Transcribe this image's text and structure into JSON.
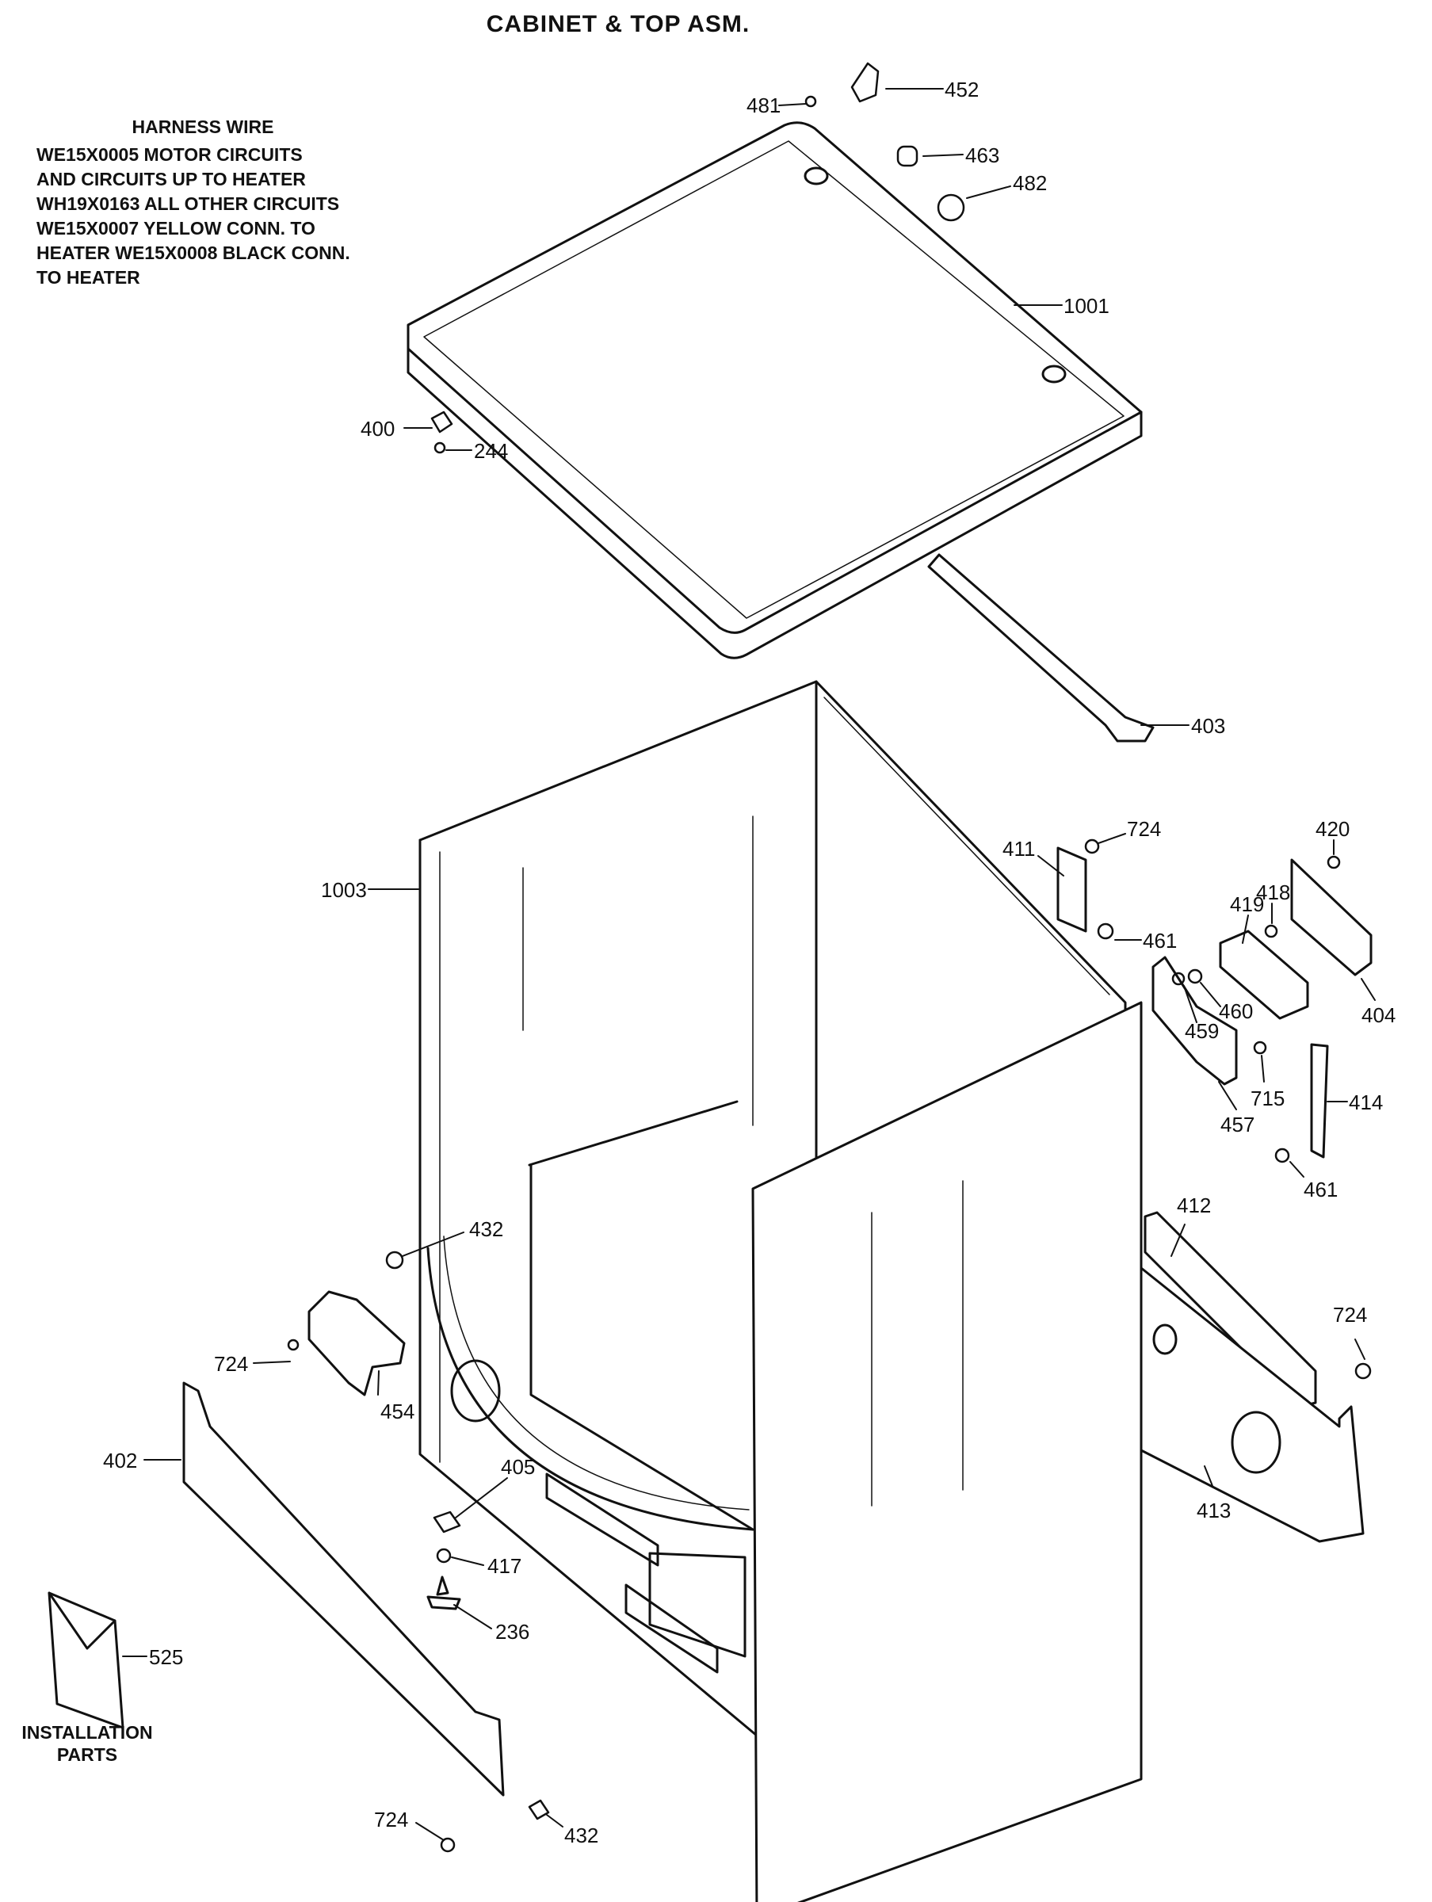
{
  "title": "CABINET & TOP ASM.",
  "harness_notes": {
    "heading": "HARNESS WIRE",
    "lines": [
      "WE15X0005 MOTOR CIRCUITS",
      "AND CIRCUITS UP TO HEATER",
      "WH19X0163 ALL OTHER CIRCUITS",
      "WE15X0007 YELLOW CONN. TO",
      "HEATER WE15X0008 BLACK CONN.",
      "TO HEATER"
    ]
  },
  "installation_note": [
    "INSTALLATION",
    "PARTS"
  ],
  "callouts": [
    {
      "id": "c481",
      "label": "481"
    },
    {
      "id": "c452",
      "label": "452"
    },
    {
      "id": "c463",
      "label": "463"
    },
    {
      "id": "c482",
      "label": "482"
    },
    {
      "id": "c1001",
      "label": "1001"
    },
    {
      "id": "c400",
      "label": "400"
    },
    {
      "id": "c244",
      "label": "244"
    },
    {
      "id": "c403",
      "label": "403"
    },
    {
      "id": "c1003",
      "label": "1003"
    },
    {
      "id": "c411",
      "label": "411"
    },
    {
      "id": "c724a",
      "label": "724"
    },
    {
      "id": "c420",
      "label": "420"
    },
    {
      "id": "c419",
      "label": "419"
    },
    {
      "id": "c418",
      "label": "418"
    },
    {
      "id": "c461a",
      "label": "461"
    },
    {
      "id": "c460",
      "label": "460"
    },
    {
      "id": "c459",
      "label": "459"
    },
    {
      "id": "c404",
      "label": "404"
    },
    {
      "id": "c715",
      "label": "715"
    },
    {
      "id": "c414",
      "label": "414"
    },
    {
      "id": "c457",
      "label": "457"
    },
    {
      "id": "c461b",
      "label": "461"
    },
    {
      "id": "c412",
      "label": "412"
    },
    {
      "id": "c432a",
      "label": "432"
    },
    {
      "id": "c724b",
      "label": "724"
    },
    {
      "id": "c454",
      "label": "454"
    },
    {
      "id": "c724c",
      "label": "724"
    },
    {
      "id": "c402",
      "label": "402"
    },
    {
      "id": "c405",
      "label": "405"
    },
    {
      "id": "c417",
      "label": "417"
    },
    {
      "id": "c236",
      "label": "236"
    },
    {
      "id": "c413",
      "label": "413"
    },
    {
      "id": "c525",
      "label": "525"
    },
    {
      "id": "c724d",
      "label": "724"
    },
    {
      "id": "c432b",
      "label": "432"
    }
  ]
}
